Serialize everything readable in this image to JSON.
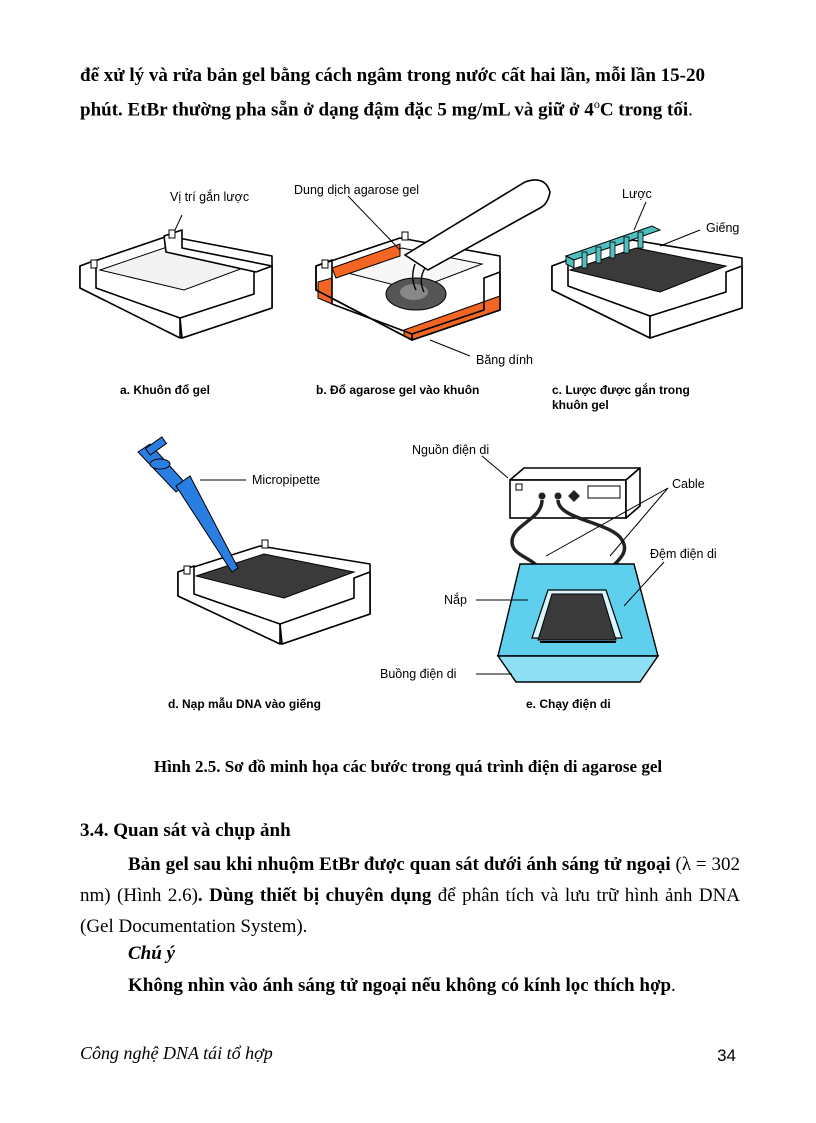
{
  "top_paragraph": {
    "line1": "để xử lý và rửa bản gel bằng cách ngâm trong nước cất hai lần, mỗi lần 15-20",
    "line2_a": "phút. EtBr thường pha sẵn ở dạng đậm đặc 5 mg/mL và giữ ở 4",
    "line2_sup": "o",
    "line2_b": "C trong tối",
    "line2_c": "."
  },
  "figure": {
    "a": {
      "label_top": "Vị trí gắn lược",
      "caption": "a. Khuôn đổ gel"
    },
    "b": {
      "label_top": "Dung dịch agarose gel",
      "label_tape": "Băng dính",
      "caption": "b. Đổ agarose gel vào khuôn"
    },
    "c": {
      "label_comb": "Lược",
      "label_well": "Giếng",
      "caption_line1": "c. Lược được gắn trong",
      "caption_line2": "khuôn gel"
    },
    "d": {
      "label_pipette": "Micropipette",
      "caption": "d. Nạp mẫu DNA vào giếng"
    },
    "e": {
      "label_power": "Nguồn điện di",
      "label_cable": "Cable",
      "label_buffer": "Đệm điện di",
      "label_lid": "Nắp",
      "label_chamber": "Buồng điện di",
      "caption": "e. Chạy điện di"
    },
    "colors": {
      "tape": "#f26522",
      "comb": "#4fbfc0",
      "buffer": "#5ed0ee",
      "gel": "#3a3a3a"
    }
  },
  "figure_caption": "Hình 2.5. Sơ đồ minh họa các bước trong quá trình điện di agarose gel",
  "section_title": "3.4. Quan sát và chụp ảnh",
  "body": {
    "p1_bold": "Bản gel sau khi nhuộm EtBr được quan sát dưới ánh sáng tử ngoại",
    "p1_rest_a": "(λ = 302 nm) (Hình 2.6)",
    "p1_bold2": ". Dùng thiết bị chuyên dụng",
    "p1_rest_b": " để phân tích và lưu trữ hình ảnh DNA (Gel Documentation System)."
  },
  "note_title": "Chú ý",
  "note_text": "Không nhìn vào ánh sáng tử ngoại nếu không có kính lọc thích hợp",
  "note_period": ".",
  "footer": {
    "book_title": "Công nghệ DNA tái tổ hợp",
    "page_number": "34"
  }
}
